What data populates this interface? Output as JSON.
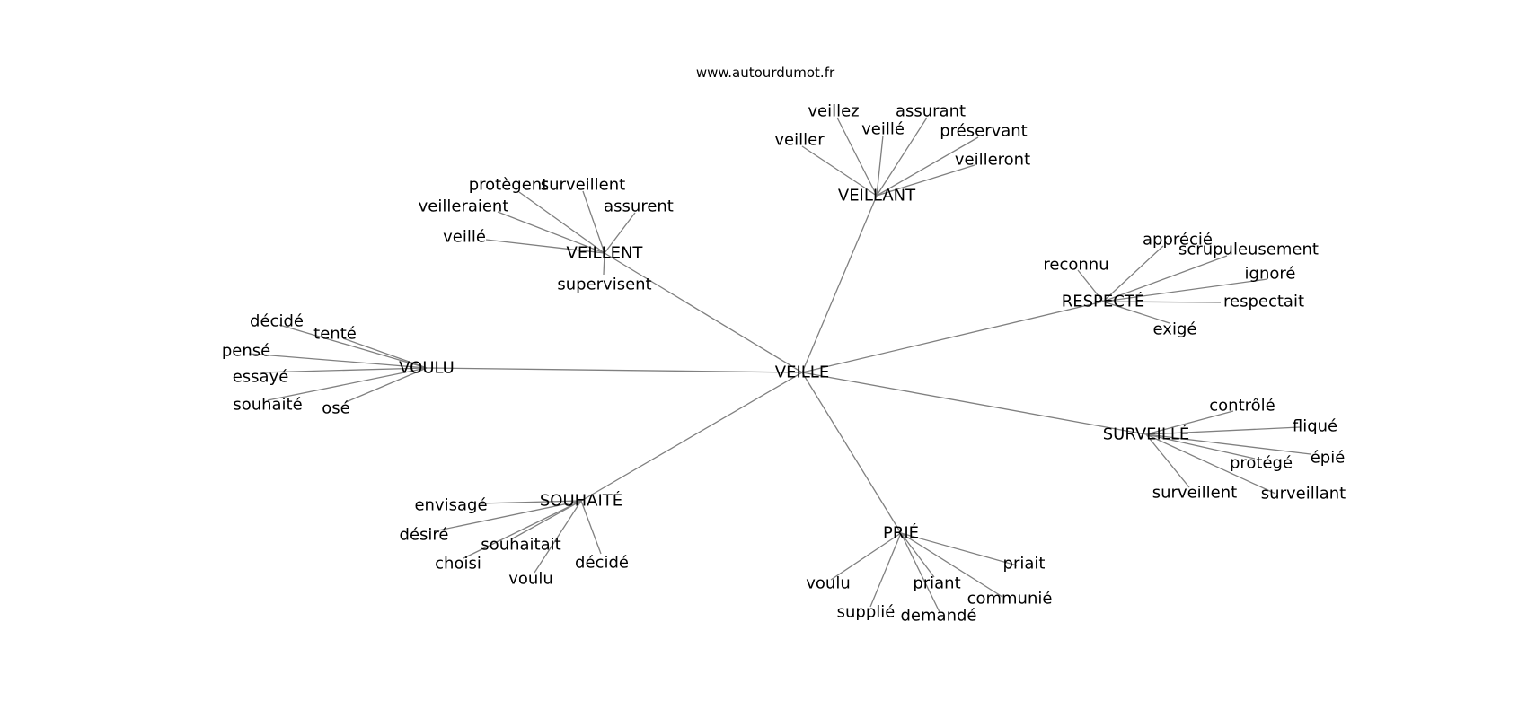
{
  "header": {
    "site": "www.autourdumot.fr"
  },
  "graph": {
    "center": "VEILLE",
    "edge_color": "#808080",
    "clusters": [
      {
        "label": "VEILLANT",
        "leaves": [
          "veillez",
          "assurant",
          "veillé",
          "préservant",
          "veiller",
          "veilleront"
        ]
      },
      {
        "label": "VEILLENT",
        "leaves": [
          "protègent",
          "surveillent",
          "veilleraient",
          "assurent",
          "veillé",
          "supervisent"
        ]
      },
      {
        "label": "RESPECTÉ",
        "leaves": [
          "apprécié",
          "scrupuleusement",
          "reconnu",
          "ignoré",
          "respectait",
          "exigé"
        ]
      },
      {
        "label": "VOULU",
        "leaves": [
          "décidé",
          "tenté",
          "pensé",
          "essayé",
          "souhaité",
          "osé"
        ]
      },
      {
        "label": "SURVEILLÉ",
        "leaves": [
          "contrôlé",
          "fliqué",
          "épié",
          "protégé",
          "surveillent",
          "surveillant"
        ]
      },
      {
        "label": "SOUHAITÉ",
        "leaves": [
          "envisagé",
          "désiré",
          "souhaitait",
          "choisi",
          "décidé",
          "voulu"
        ]
      },
      {
        "label": "PRIÉ",
        "leaves": [
          "priait",
          "voulu",
          "priant",
          "communié",
          "supplié",
          "demandé"
        ]
      }
    ]
  }
}
